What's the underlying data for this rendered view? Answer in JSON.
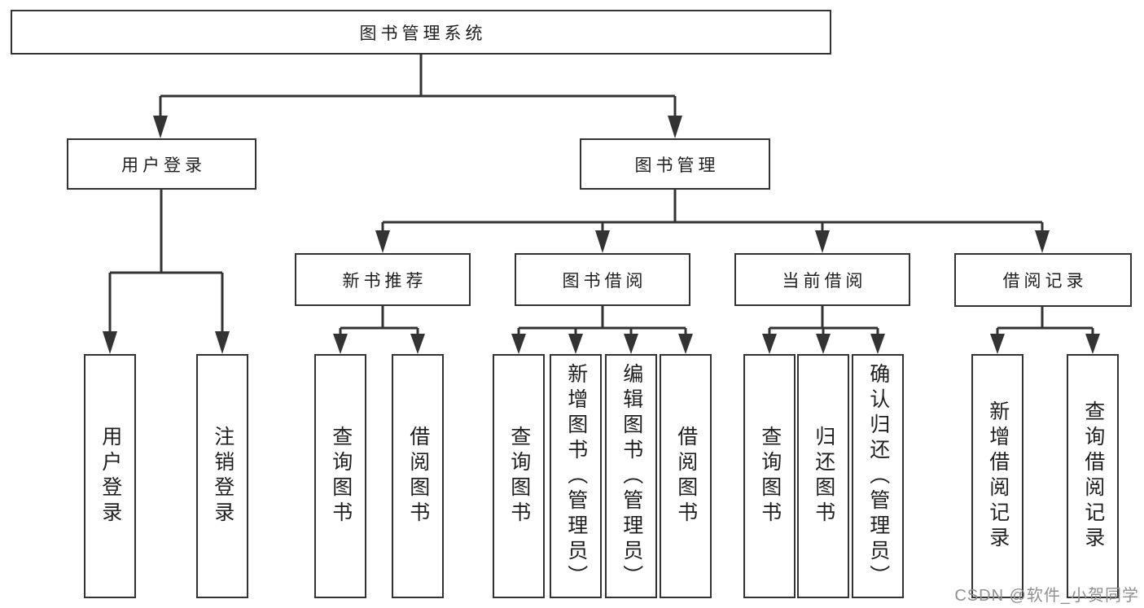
{
  "diagram": {
    "root": "图书管理系统",
    "level2": [
      "用户登录",
      "图书管理"
    ],
    "level3": [
      "新书推荐",
      "图书借阅",
      "当前借阅",
      "借阅记录"
    ],
    "leaves": {
      "login": [
        "用户登录",
        "注销登录"
      ],
      "newbook": [
        "查询图书",
        "借阅图书"
      ],
      "borrow": [
        "查询图书",
        "新增图书（管理员）",
        "编辑图书（管理员）",
        "借阅图书"
      ],
      "current": [
        "查询图书",
        "归还图书",
        "确认归还（管理员）"
      ],
      "records": [
        "新增借阅记录",
        "查询借阅记录"
      ]
    }
  },
  "watermark": "CSDN @软件_小贺同学",
  "colors": {
    "line": "#333333",
    "box_border": "#333333",
    "box_fill": "#ffffff",
    "text": "#1f1f1f",
    "watermark_text": "#909090",
    "background": "#ffffff"
  }
}
